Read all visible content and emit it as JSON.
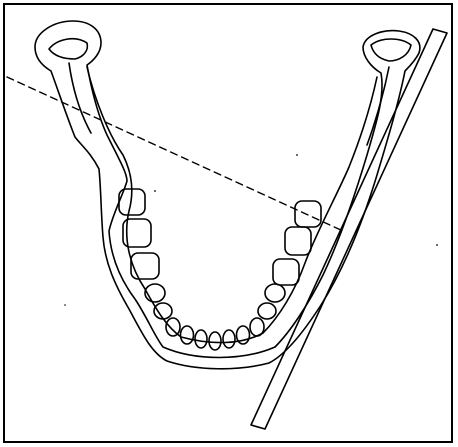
{
  "figure": {
    "subject": "mandible-occlusal-view",
    "stroke_color": "#000000",
    "background_color": "#ffffff",
    "reference_line_style": "dashed",
    "ruler_style": "straight-edge"
  }
}
